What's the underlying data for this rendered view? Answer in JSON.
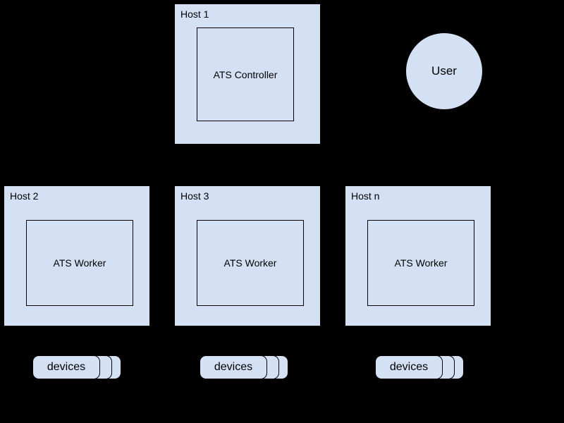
{
  "diagram": {
    "background_color": "#000000",
    "node_fill_color": "#d4e1f5",
    "node_stroke_color": "#000000",
    "hosts": [
      {
        "id": "host-1",
        "label": "Host 1",
        "inner_label": "ATS Controller"
      },
      {
        "id": "host-2",
        "label": "Host 2",
        "inner_label": "ATS Worker"
      },
      {
        "id": "host-3",
        "label": "Host 3",
        "inner_label": "ATS Worker"
      },
      {
        "id": "host-n",
        "label": "Host n",
        "inner_label": "ATS Worker"
      }
    ],
    "user": {
      "label": "User"
    },
    "device_stacks": [
      {
        "id": "devices-host-2",
        "label": "devices"
      },
      {
        "id": "devices-host-3",
        "label": "devices"
      },
      {
        "id": "devices-host-n",
        "label": "devices"
      }
    ]
  }
}
